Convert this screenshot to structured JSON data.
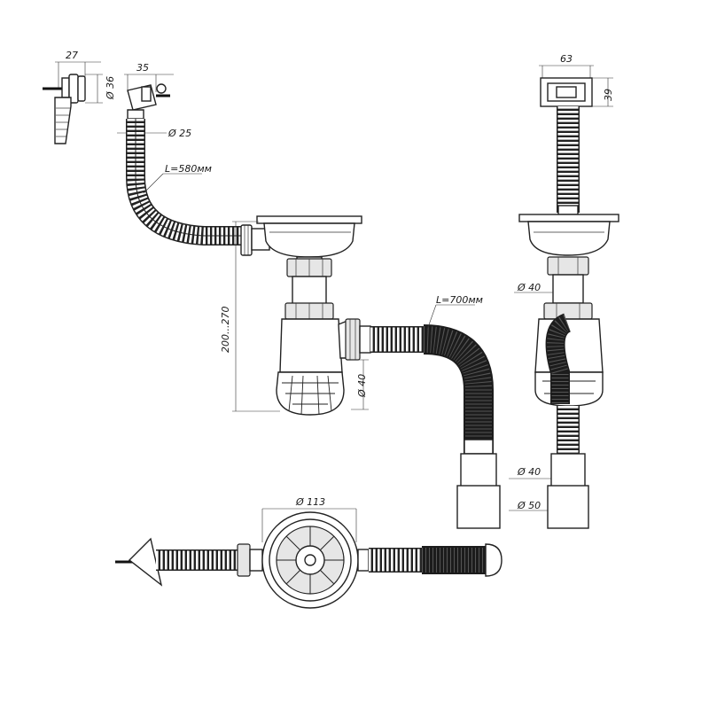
{
  "drawing": {
    "dims": {
      "overflow_side_width": "27",
      "overflow_front_width": "35",
      "overflow_diameter": "Ø 36",
      "overflow_hose_diameter": "Ø 25",
      "overflow_hose_length": "L=580мм",
      "height_range": "200...270",
      "outlet_hose_length": "L=700мм",
      "trap_outlet_diameter": "Ø 40",
      "overflow_plate_width": "63",
      "overflow_plate_height": "39",
      "side_pipe_diameter": "Ø 40",
      "side_hose_diameter": "Ø 40",
      "side_connector_diameter": "Ø 50",
      "strainer_diameter": "Ø 113"
    }
  }
}
